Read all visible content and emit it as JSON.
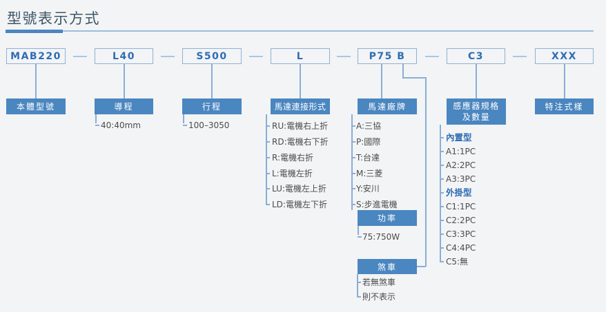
{
  "title": "型號表示方式",
  "colors": {
    "accent_blue": "#4a86c0",
    "code_text_blue": "#2e6db4",
    "line_blue": "#8aadd6",
    "dash_blue": "#aac6e2",
    "title_text": "#3d5668",
    "item_text": "#4b4b4b",
    "label_text_white": "#ffffff",
    "background": "#f3f4f5"
  },
  "model_code": {
    "segments": [
      "MAB220",
      "L40",
      "S500",
      "L",
      "P75 B",
      "C3",
      "XXX"
    ]
  },
  "fields": {
    "body": {
      "label": "本體型號"
    },
    "lead": {
      "label": "導程",
      "value": "40:40mm"
    },
    "stroke": {
      "label": "行程",
      "value": "100–3050"
    },
    "motor_mount": {
      "label": "馬達連接形式",
      "options": [
        "RU:電機右上折",
        "RD:電機右下折",
        "R:電機右折",
        "L:電機左折",
        "LU:電機左上折",
        "LD:電機左下折"
      ]
    },
    "motor_brand": {
      "label": "馬達廠牌",
      "options": [
        "A:三協",
        "P:國際",
        "T:台達",
        "M:三菱",
        "Y:安川",
        "S:步進電機"
      ]
    },
    "power": {
      "label": "功率",
      "value": "75:750W"
    },
    "brake": {
      "label": "煞車",
      "notes": [
        "若無煞車",
        "則不表示"
      ]
    },
    "sensor": {
      "label_line1": "感應器規格",
      "label_line2": "及數量",
      "groups": [
        {
          "title": "內置型",
          "options": [
            "A1:1PC",
            "A2:2PC",
            "A3:3PC"
          ]
        },
        {
          "title": "外掛型",
          "options": [
            "C1:1PC",
            "C2:2PC",
            "C3:3PC",
            "C4:4PC",
            "C5:無"
          ]
        }
      ]
    },
    "custom": {
      "label": "特注式樣"
    }
  }
}
